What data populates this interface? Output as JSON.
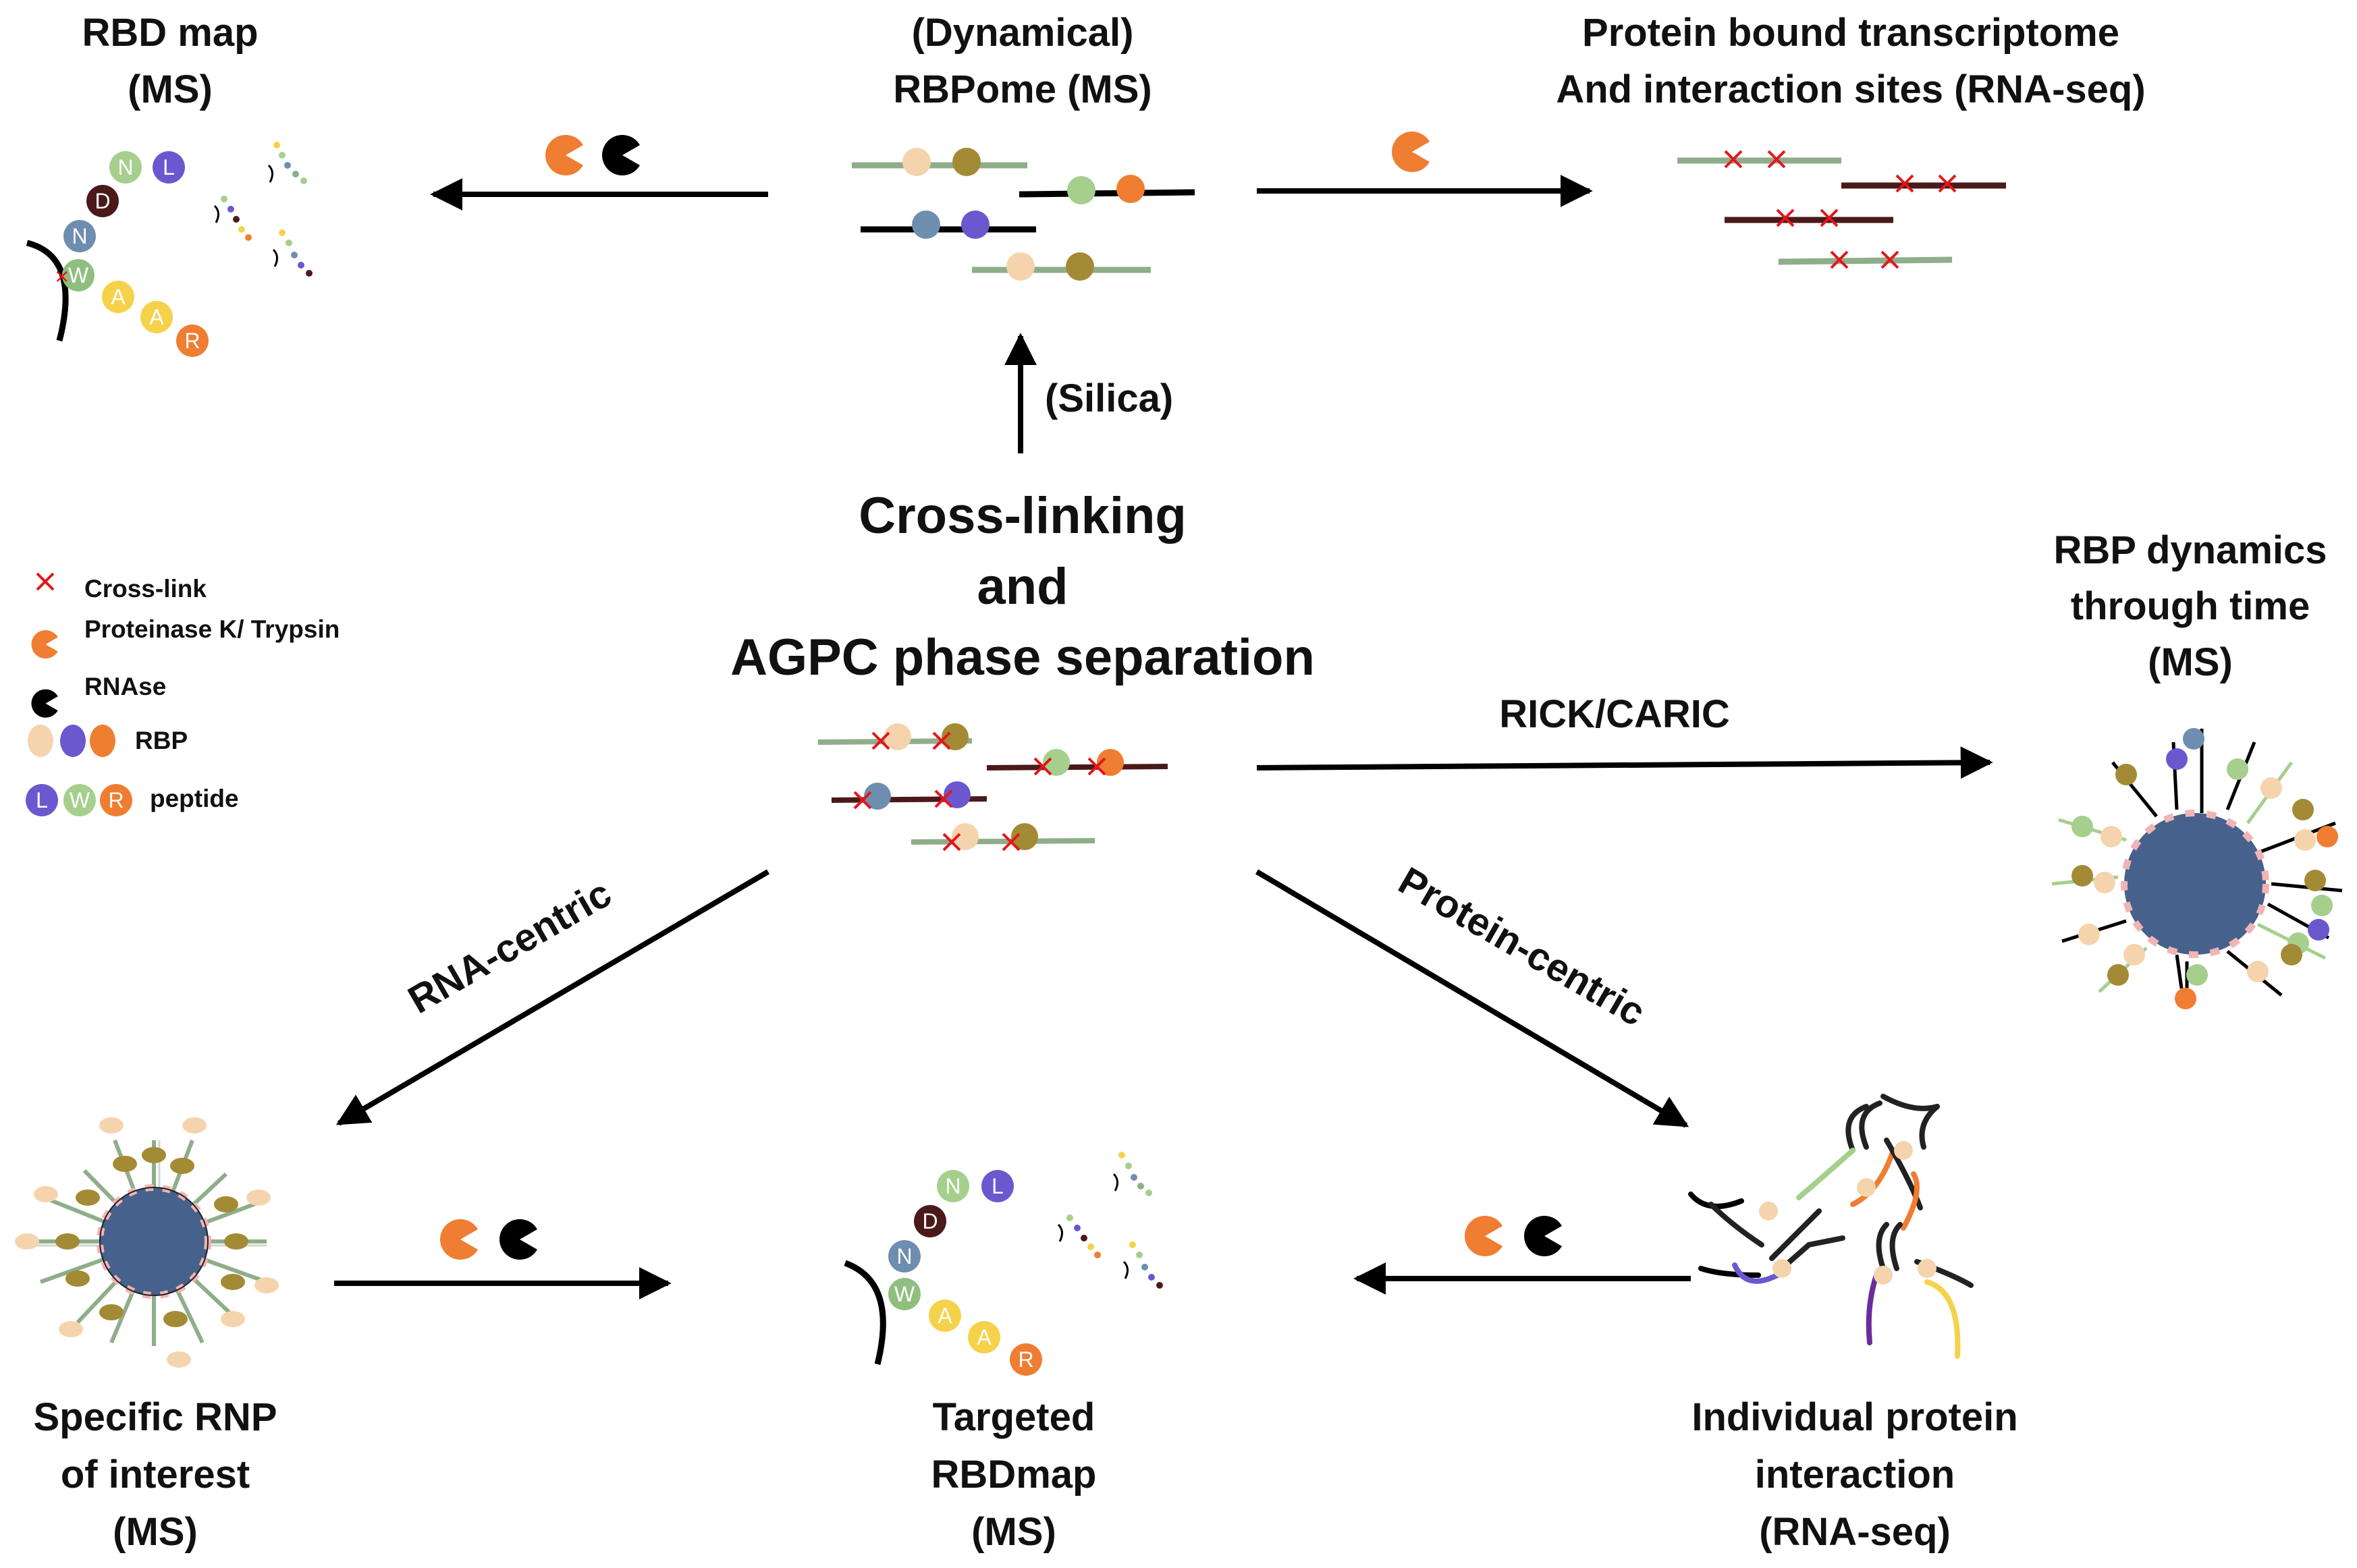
{
  "center": {
    "lines": [
      "Cross-linking",
      "and",
      "AGPC phase separation"
    ]
  },
  "nodes": {
    "rbd_map": [
      "RBD map",
      "(MS)"
    ],
    "rbpome": [
      "(Dynamical)",
      "RBPome (MS)"
    ],
    "transcriptome": [
      "Protein bound transcriptome",
      "And interaction sites (RNA-seq)"
    ],
    "rbp_dynamics": [
      "RBP dynamics",
      "through time",
      "(MS)"
    ],
    "specific_rnp": [
      "Specific RNP",
      "of interest",
      "(MS)"
    ],
    "targeted_rbdmap": [
      "Targeted",
      "RBDmap",
      "(MS)"
    ],
    "individual_protein": [
      "Individual protein",
      "interaction",
      "(RNA-seq)"
    ]
  },
  "edges": {
    "silica": "(Silica)",
    "rick_caric": "RICK/CARIC",
    "rna_centric": "RNA-centric",
    "protein_centric": "Protein-centric"
  },
  "legend": [
    {
      "icon": "cross-link-icon",
      "label": "Cross-link"
    },
    {
      "icon": "proteinase-icon",
      "label": "Proteinase K/ Trypsin"
    },
    {
      "icon": "rnase-icon",
      "label": "RNAse"
    },
    {
      "icon": "rbp-icon",
      "label": "RBP"
    },
    {
      "icon": "peptide-icon",
      "label": "peptide"
    }
  ],
  "peptide_letters": {
    "legend": [
      "L",
      "W",
      "R"
    ],
    "rbd_chain": [
      "N",
      "L",
      "D",
      "N",
      "W",
      "A",
      "A",
      "R"
    ]
  },
  "colors": {
    "rna_green": "#8fad8a",
    "rna_dark": "#4a1a1a",
    "rbp_tan": "#f5d4ad",
    "rbp_olive": "#a38a35",
    "rbp_blue": "#6e8eb0",
    "rbp_purple": "#6b58cf",
    "rbp_green": "#a6cf8d",
    "rbp_orange": "#ef7d32",
    "bead": "#46618c",
    "crosslink": "#e3161a",
    "enzyme_black": "#000000"
  }
}
